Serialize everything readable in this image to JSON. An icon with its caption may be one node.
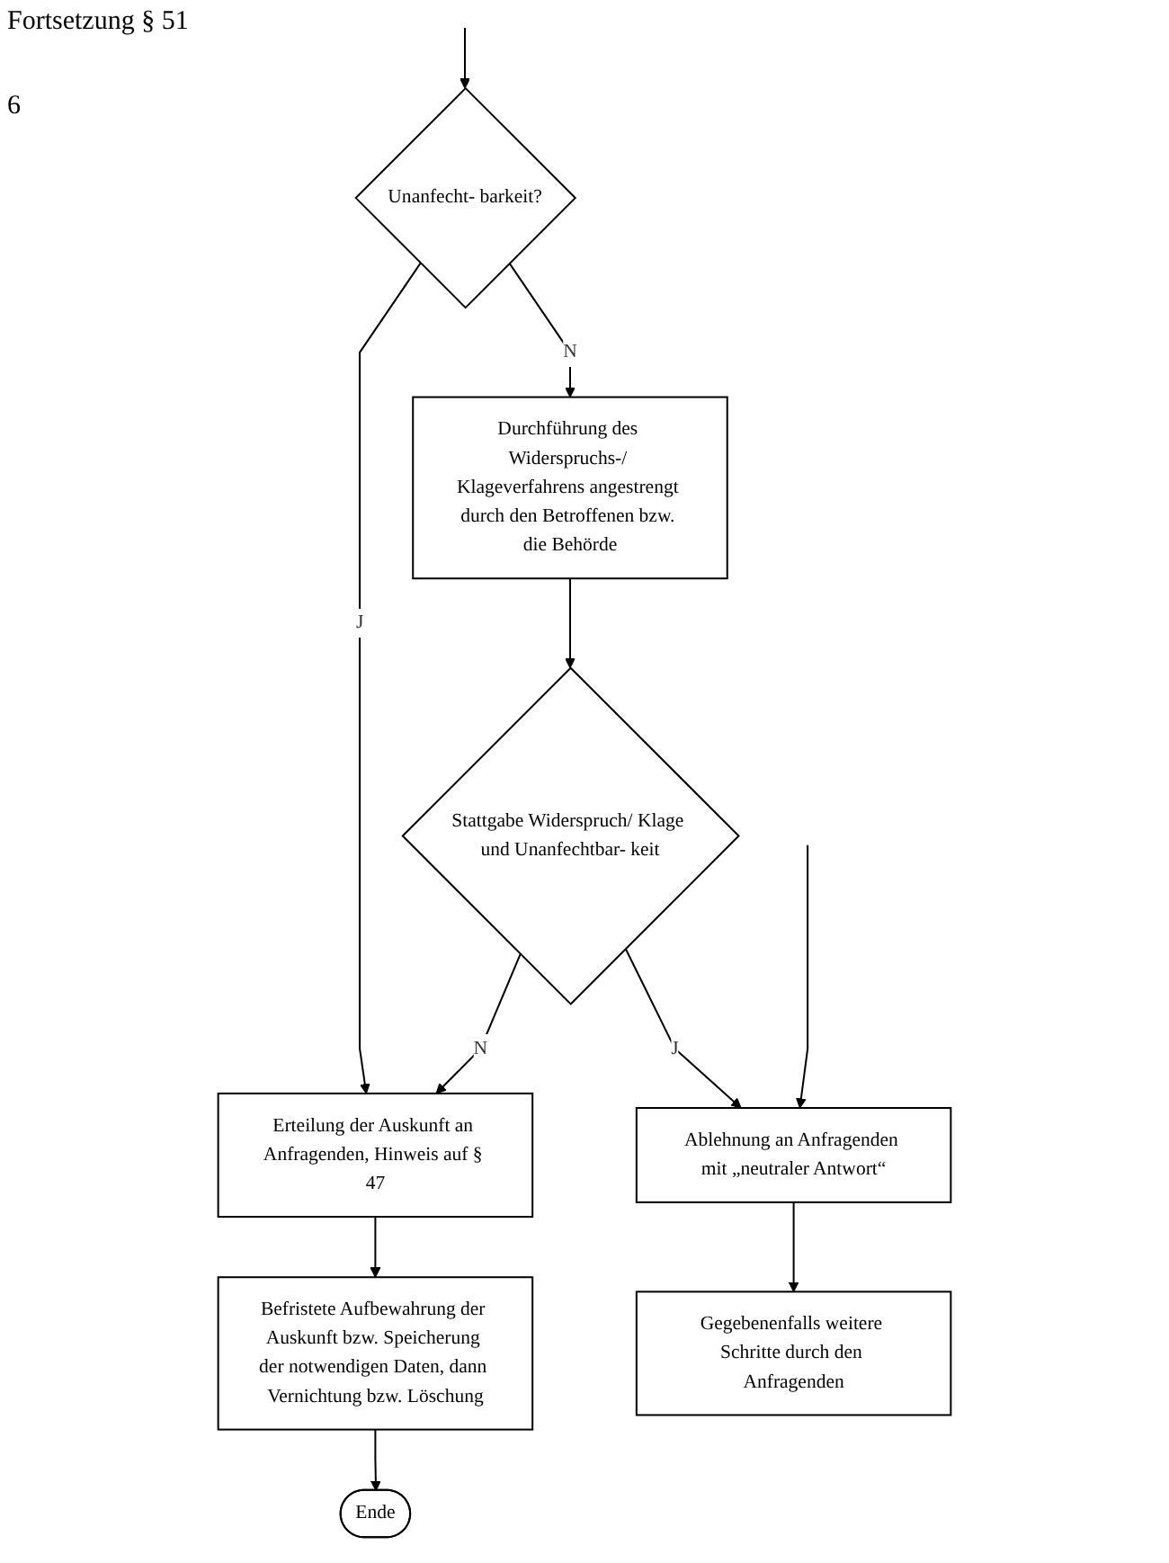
{
  "diagram": {
    "nodes": [
      {
        "text": [
          "Unanfecht- barkeit?"
        ]
      },
      {
        "text": [
          "Durchführung des Widerspruchs-/ Klageverfahrens angestrengt durch den Betroffenen bzw. die Behörde"
        ]
      },
      {
        "text": [
          "Stattgabe Widerspruch/ Klage und Unanfechtbar- keit"
        ]
      },
      {
        "text": [
          "Ablehnung an Anfragenden mit „neutraler Antwort“"
        ]
      },
      {
        "text": [
          "Erteilung der Auskunft an Anfragenden, Hinweis auf § 47"
        ]
      },
      {
        "text": [
          "Befristete Aufbewahrung der Auskunft bzw. Speicherung der notwendigen Daten, dann Vernichtung bzw. Löschung"
        ]
      },
      {
        "text": [
          "Ende"
        ]
      },
      {
        "text": [
          "Gegebenenfalls weitere Schritte durch den Anfragenden"
        ]
      }
    ],
    "edges": [
      {
        "from": null,
        "to": 0,
        "arrow": "to"
      },
      {
        "from": 0,
        "to": 1,
        "label": "N",
        "arrow": "to"
      },
      {
        "from": 1,
        "to": 2,
        "arrow": "to"
      },
      {
        "from": 2,
        "to": 3,
        "label": "J",
        "arrow": "to"
      },
      {
        "from": null,
        "to": 3,
        "arrow": "to"
      },
      {
        "from": 0,
        "to": 4,
        "label": "J",
        "arrow": "to"
      },
      {
        "from": 2,
        "to": 4,
        "label": "N",
        "arrow": "to"
      },
      {
        "from": 4,
        "to": 5,
        "arrow": "to"
      },
      {
        "from": 5,
        "to": 6,
        "arrow": "to"
      },
      {
        "from": 3,
        "to": 7,
        "arrow": "to"
      }
    ],
    "labels": [
      "Fortsetzung § 51",
      "6"
    ]
  }
}
